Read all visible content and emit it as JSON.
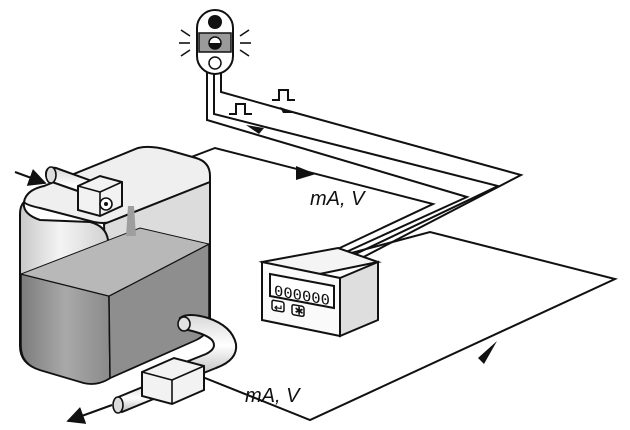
{
  "labels": {
    "signal_upper": "mA, V",
    "signal_lower": "mA, V"
  },
  "counter": {
    "display": "000000"
  },
  "colors": {
    "line": "#111111",
    "liquid": "#9a9a9a",
    "tank_light": "#e6e6e6",
    "device": "#f2f2f2"
  },
  "icons": {
    "signal_lamp": "signal-lamp-icon",
    "flow_in": "inlet-arrow-icon",
    "flow_out": "outlet-arrow-icon",
    "pulse": "pulse-icon",
    "button_enter": "enter-icon",
    "button_set": "asterisk-icon"
  }
}
